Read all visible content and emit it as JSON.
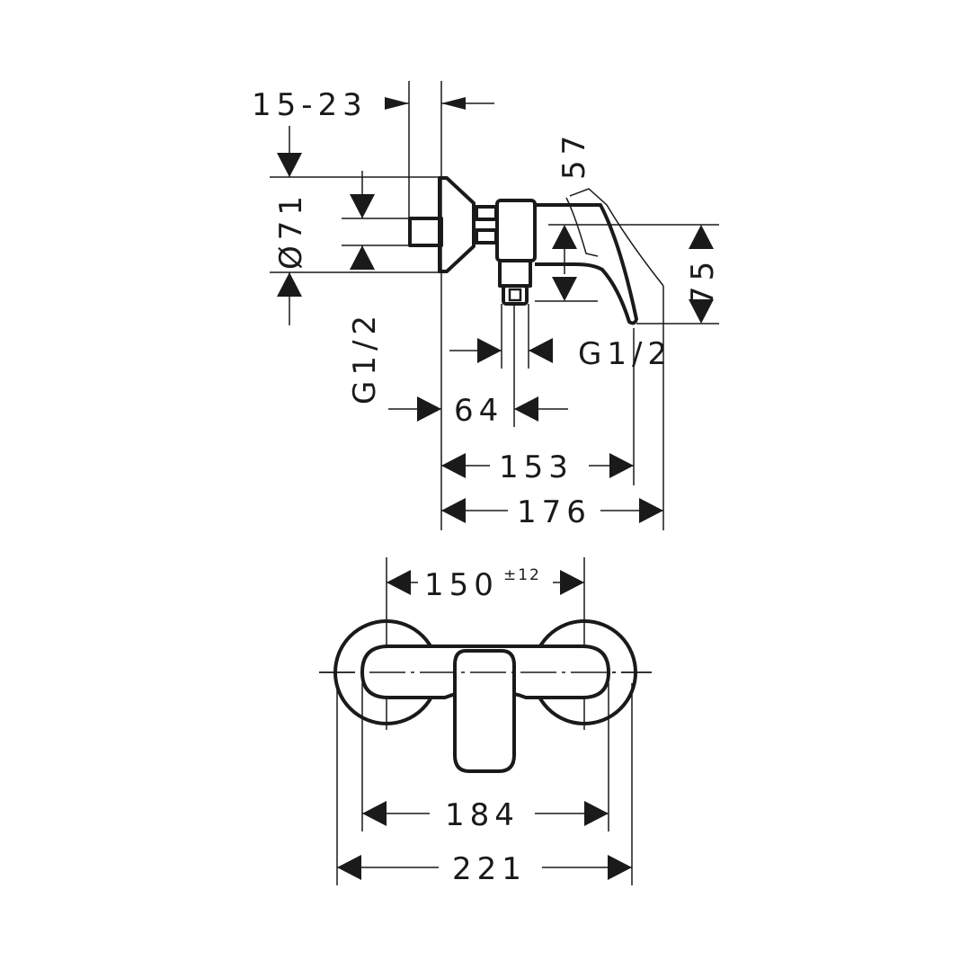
{
  "side_view": {
    "dim_wall_depth": "15-23",
    "dim_escutcheon_diameter": "Ø71",
    "dim_inlet_thread": "G1/2",
    "dim_handle_rise": "57",
    "dim_handle_height": "75",
    "dim_outlet_thread": "G1/2",
    "dim_outlet_offset": "64",
    "dim_handle_reach": "153",
    "dim_total_depth": "176"
  },
  "front_view": {
    "dim_center_distance": "150",
    "dim_center_tolerance": "±12",
    "dim_inner_width": "184",
    "dim_total_width": "221"
  }
}
